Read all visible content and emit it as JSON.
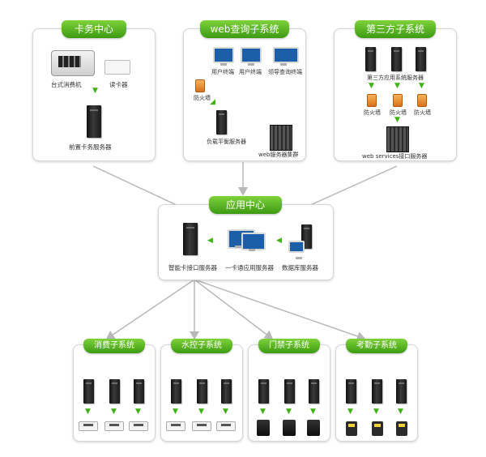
{
  "top_panels": {
    "card_center": {
      "title": "卡务中心",
      "desktop_pos": "台式消费机",
      "card_reader": "读卡器",
      "front_server": "前置卡务服务器"
    },
    "web_query": {
      "title": "web查询子系统",
      "user_terminal_1": "用户终端",
      "user_terminal_2": "用户终端",
      "leader_terminal": "领导查询终端",
      "firewall": "防火墙",
      "load_balancer": "负载平衡服务器",
      "web_cluster": "web服务器集群"
    },
    "third_party": {
      "title": "第三方子系统",
      "app_servers": "第三方应用系统服务器",
      "firewall_1": "防火墙",
      "firewall_2": "防火墙",
      "firewall_3": "防火墙",
      "ws_server": "web services接口服务器"
    }
  },
  "app_center": {
    "title": "应用中心",
    "card_interface": "智能卡接口服务器",
    "app_server": "一卡通应用服务器",
    "db_server": "数据库服务器"
  },
  "subsystems": [
    {
      "title": "消费子系统",
      "terminal": "white"
    },
    {
      "title": "水控子系统",
      "terminal": "white"
    },
    {
      "title": "门禁子系统",
      "terminal": "black"
    },
    {
      "title": "考勤子系统",
      "terminal": "yellow"
    }
  ],
  "colors": {
    "tab_green": "#4aa81a",
    "arrow_green": "#3fb214",
    "connector_gray": "#b8b8b8"
  }
}
